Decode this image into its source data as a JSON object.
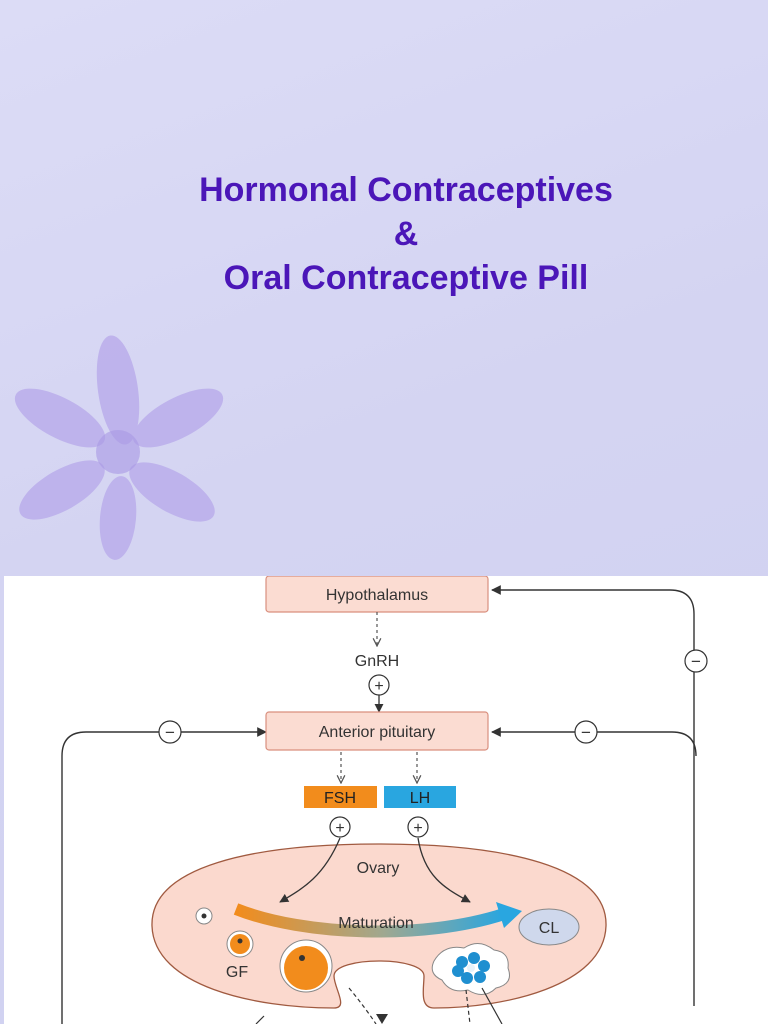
{
  "slide": {
    "title_line1": "Hormonal Contraceptives",
    "title_line2": "&",
    "title_line3": "Oral Contraceptive Pill"
  },
  "diagram": {
    "hypothalamus": "Hypothalamus",
    "gnrh": "GnRH",
    "anterior_pituitary": "Anterior pituitary",
    "fsh": "FSH",
    "lh": "LH",
    "ovary": "Ovary",
    "maturation": "Maturation",
    "cl": "CL",
    "gf": "GF",
    "plus_sign": "+",
    "minus_sign": "−"
  },
  "colors": {
    "title": "#4b16b8",
    "box_fill": "#fbdcd2",
    "box_stroke": "#d98f7e",
    "fsh": "#f28c1c",
    "lh": "#29a6e0",
    "ovary_fill": "#fbd9ce",
    "cl_fill": "#cfd8ec"
  }
}
